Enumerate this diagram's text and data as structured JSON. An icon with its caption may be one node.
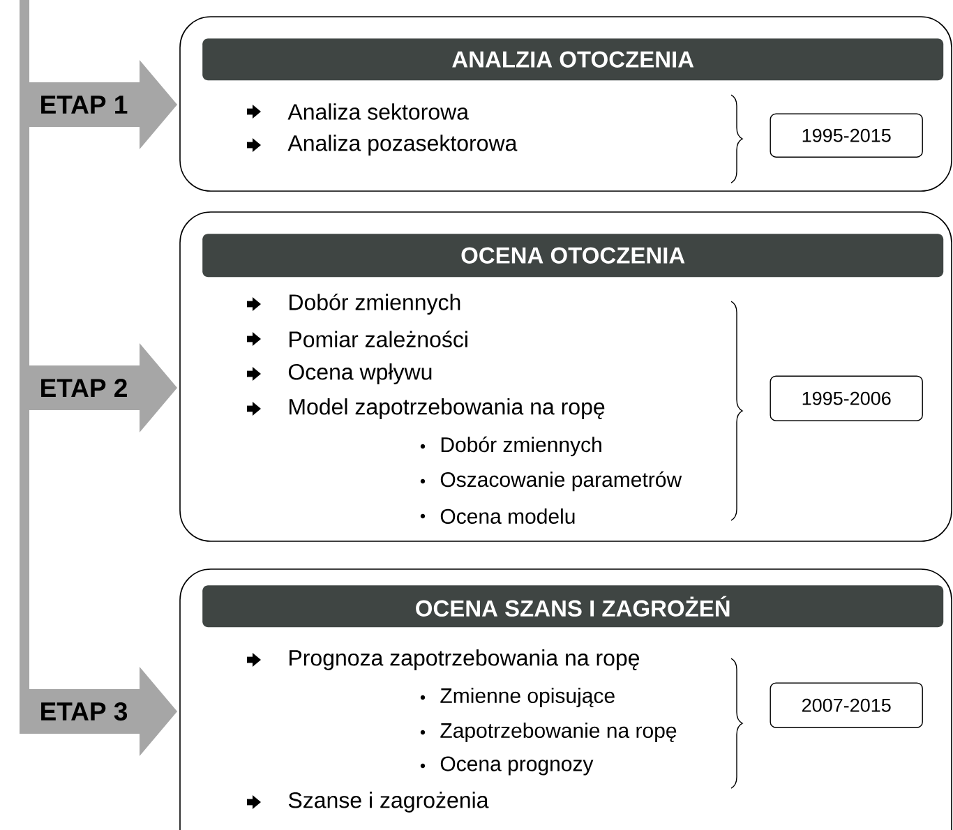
{
  "diagram": {
    "nodes": [
      {
        "text": [
          "ETAP 1"
        ]
      },
      {
        "text": [
          "Analiza sektorowa",
          "Analiza pozasektorowa"
        ]
      },
      {
        "text": [
          "ANALZIA OTOCZENIA"
        ],
        "in": 1
      },
      {
        "text": [
          "1995-2015"
        ],
        "in": 1
      },
      {
        "text": [
          "ETAP 2"
        ]
      },
      {
        "text": [
          "Dobór zmiennych",
          "Pomiar zależności",
          "Ocena wpływu",
          "Model zapotrzebowania na ropę",
          "Dobór zmiennych",
          "Oszacowanie parametrów",
          "Ocena modelu"
        ]
      },
      {
        "text": [
          "OCENA OTOCZENIA"
        ],
        "in": 5
      },
      {
        "text": [
          "1995-2006"
        ],
        "in": 5
      },
      {
        "text": [
          "ETAP 3"
        ]
      },
      {
        "text": [
          "Prognoza zapotrzebowania na ropę",
          "Zmienne opisujące",
          "Zapotrzebowanie na ropę",
          "Ocena prognozy",
          "Szanse i zagrożenia"
        ]
      },
      {
        "text": [
          "OCENA SZANS I ZAGROŻEŃ"
        ],
        "in": 9
      },
      {
        "text": [
          "2007-2015"
        ],
        "in": 9
      }
    ]
  }
}
